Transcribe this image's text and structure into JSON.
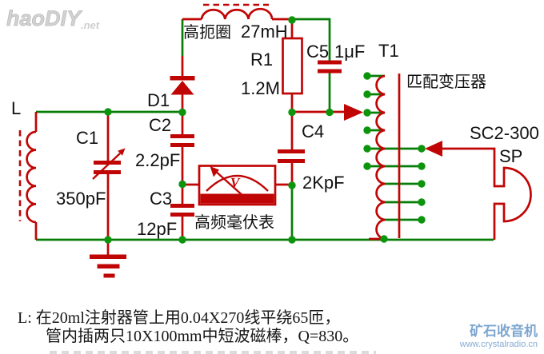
{
  "logo": {
    "text": "haoDIY",
    "suffix": ".net"
  },
  "components": {
    "l": {
      "ref": "L"
    },
    "c1": {
      "ref": "C1",
      "value": "350pF"
    },
    "d1": {
      "ref": "D1"
    },
    "c2": {
      "ref": "C2",
      "value": "2.2pF"
    },
    "c3": {
      "ref": "C3",
      "value": "12pF"
    },
    "c4": {
      "ref": "C4",
      "value": "2KpF"
    },
    "c5": {
      "ref": "C5",
      "value": "1μF"
    },
    "r1": {
      "ref": "R1",
      "value": "1.2M"
    },
    "choke": {
      "label": "高扼圈",
      "value": "27mH"
    },
    "t1": {
      "ref": "T1",
      "label": "匹配变压器"
    },
    "meter": {
      "label": "高频毫伏表",
      "dial": "V"
    },
    "speaker": {
      "model": "SC2-300",
      "ref": "SP"
    }
  },
  "note": {
    "line1": "L: 在20ml注射器管上用0.04X270线平绕65匝，",
    "line2": "管内插两只10X100mm中短波磁棒，Q=830。"
  },
  "watermark": {
    "title": "矿石收音机",
    "url": "www.crystalradio.cn"
  },
  "colors": {
    "wire_red": "#c00505",
    "wire_green": "#077d07",
    "junction_green": "#0c950c",
    "label_black": "#111111",
    "logo_gray": "#d2d2d2",
    "watermark_blue": "#7da7cf",
    "background": "#ffffff"
  }
}
